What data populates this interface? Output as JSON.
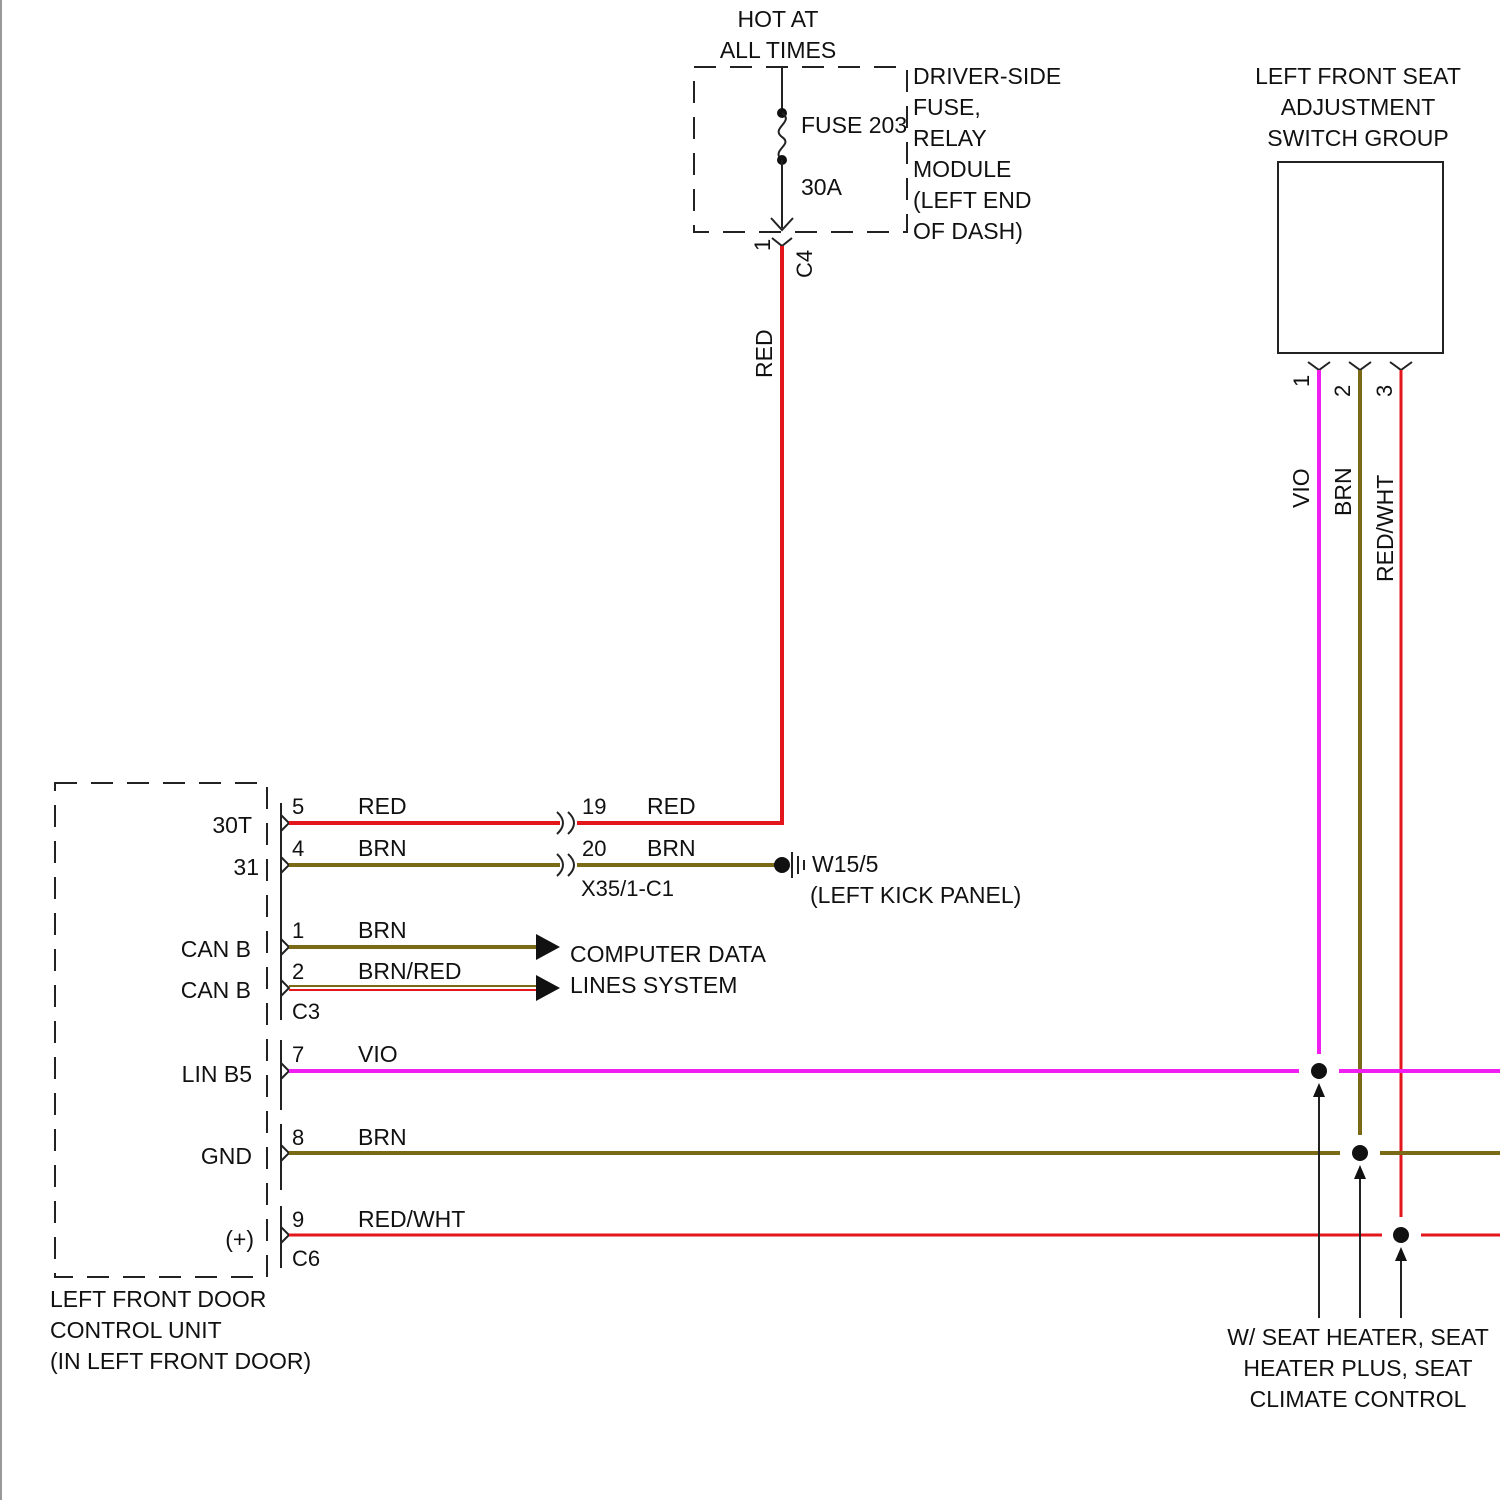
{
  "colors": {
    "red": "#e3161b",
    "brown": "#7a6a16",
    "violet": "#f01ef0",
    "black": "#111111"
  },
  "fuse_block": {
    "hot_label_line1": "HOT AT",
    "hot_label_line2": "ALL TIMES",
    "fuse_label": "FUSE 203",
    "fuse_rating": "30A",
    "name_lines": [
      "DRIVER-SIDE",
      "FUSE,",
      "RELAY",
      "MODULE",
      "(LEFT END",
      "OF DASH)"
    ],
    "pin": "1",
    "connector": "C4",
    "wire_color": "RED"
  },
  "switch_group": {
    "name_lines": [
      "LEFT FRONT SEAT",
      "ADJUSTMENT",
      "SWITCH GROUP"
    ],
    "pins": [
      "1",
      "2",
      "3"
    ],
    "wire_colors": [
      "VIO",
      "BRN",
      "RED/WHT"
    ]
  },
  "door_control_unit": {
    "name_lines": [
      "LEFT FRONT DOOR",
      "CONTROL UNIT",
      "(IN LEFT FRONT DOOR)"
    ],
    "terminals": [
      {
        "label": "30T",
        "pin": "5",
        "wire": "RED"
      },
      {
        "label": "31",
        "pin": "4",
        "wire": "BRN"
      },
      {
        "label": "CAN B",
        "pin": "1",
        "wire": "BRN"
      },
      {
        "label": "CAN B",
        "pin": "2",
        "wire": "BRN/RED"
      },
      {
        "label": "LIN B5",
        "pin": "7",
        "wire": "VIO"
      },
      {
        "label": "GND",
        "pin": "8",
        "wire": "BRN"
      },
      {
        "label": "(+)",
        "pin": "9",
        "wire": "RED/WHT"
      }
    ],
    "connectors": [
      "C3",
      "C6"
    ]
  },
  "inline_connector": {
    "name": "X35/1-C1",
    "pins": [
      {
        "pin": "19",
        "wire": "RED"
      },
      {
        "pin": "20",
        "wire": "BRN"
      }
    ]
  },
  "ground": {
    "name": "W15/5",
    "location": "(LEFT KICK PANEL)"
  },
  "can_destination": {
    "line1": "COMPUTER DATA",
    "line2": "LINES SYSTEM"
  },
  "option_note": {
    "lines": [
      "W/ SEAT HEATER, SEAT",
      "HEATER PLUS, SEAT",
      "CLIMATE CONTROL"
    ]
  }
}
